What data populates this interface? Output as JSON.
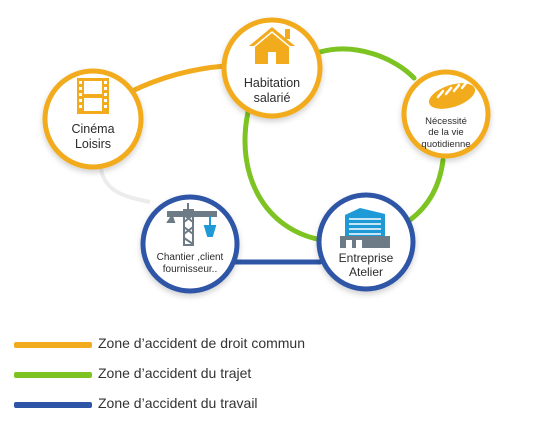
{
  "colors": {
    "droit_commun": "#f2ab1d",
    "trajet": "#7dc423",
    "travail": "#2e55a6",
    "icon_orange": "#f2ab1d",
    "icon_grey": "#6d7b86",
    "icon_blue": "#1e9bd7"
  },
  "nodes": {
    "habitation": {
      "line1": "Habitation",
      "line2": "salarié",
      "icon": "house-icon"
    },
    "cinema": {
      "line1": "Cinéma",
      "line2": "Loisirs",
      "icon": "film-icon"
    },
    "necessite": {
      "line1": "Nécessité",
      "line2": "de la vie",
      "line3": "quotidienne",
      "icon": "bread-icon"
    },
    "chantier": {
      "line1": "Chantier ,client",
      "line2": "fournisseur..",
      "icon": "crane-icon"
    },
    "entreprise": {
      "line1": "Entreprise",
      "line2": "Atelier",
      "icon": "building-icon"
    }
  },
  "legend": [
    {
      "label": "Zone d’accident de droit commun",
      "color": "#f2ab1d"
    },
    {
      "label": "Zone d’accident du trajet",
      "color": "#7dc423"
    },
    {
      "label": "Zone d’accident du travail",
      "color": "#2e55a6"
    }
  ]
}
